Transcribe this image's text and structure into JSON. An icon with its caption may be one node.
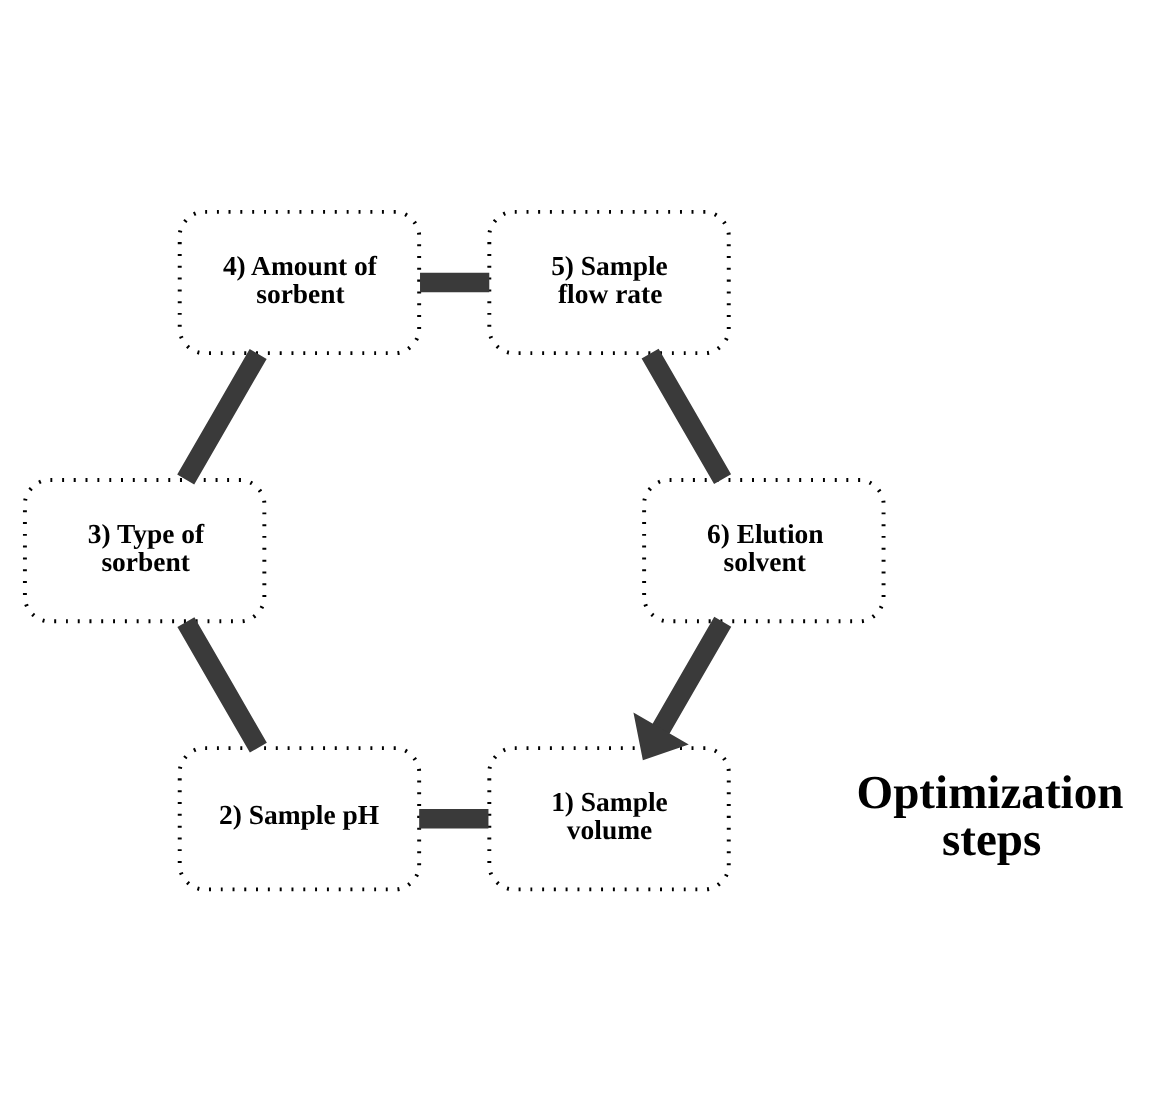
{
  "diagram": {
    "nodes": [
      {
        "text": [
          "1) Sample volume"
        ]
      },
      {
        "text": [
          "2) Sample pH"
        ]
      },
      {
        "text": [
          "3) Type of sorbent"
        ]
      },
      {
        "text": [
          "4) Amount of sorbent"
        ]
      },
      {
        "text": [
          "5) Sample flow rate"
        ]
      },
      {
        "text": [
          "6) Elution solvent"
        ]
      }
    ],
    "edges": [
      {
        "from": 0,
        "to": 1,
        "arrow": "none"
      },
      {
        "from": 1,
        "to": 2,
        "arrow": "none"
      },
      {
        "from": 2,
        "to": 3,
        "arrow": "none"
      },
      {
        "from": 3,
        "to": 4,
        "arrow": "none"
      },
      {
        "from": 4,
        "to": 5,
        "arrow": "none"
      },
      {
        "from": 5,
        "to": 0,
        "arrow": "to"
      }
    ],
    "labels": [
      "Optimization steps"
    ]
  }
}
